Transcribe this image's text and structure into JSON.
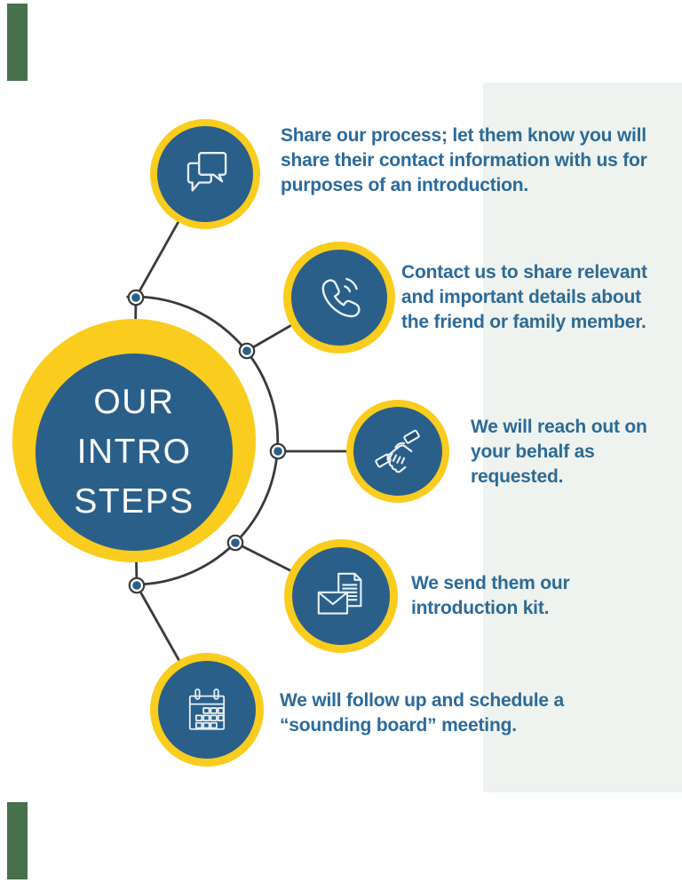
{
  "center": {
    "title": "OUR\nINTRO\nSTEPS"
  },
  "steps": [
    {
      "icon": "chat-bubbles-icon",
      "text": "Share our process; let them know you will\nshare their contact information with us for\npurposes of an introduction."
    },
    {
      "icon": "phone-call-icon",
      "text": "Contact us to share relevant\nand important details about\nthe friend or family member."
    },
    {
      "icon": "handshake-icon",
      "text": "We will reach out on\nyour behalf as\nrequested."
    },
    {
      "icon": "mail-kit-icon",
      "text": "We send them our\nintroduction kit."
    },
    {
      "icon": "calendar-icon",
      "text": "We will follow up and schedule a\n“sounding board” meeting."
    }
  ],
  "colors": {
    "yellow": "#FACC1E",
    "circle-blue": "#2A5F8A",
    "text-blue": "#2B6A9C",
    "green": "#47704D",
    "line": "#3A3A3A",
    "icon": "#E8F0F7"
  }
}
